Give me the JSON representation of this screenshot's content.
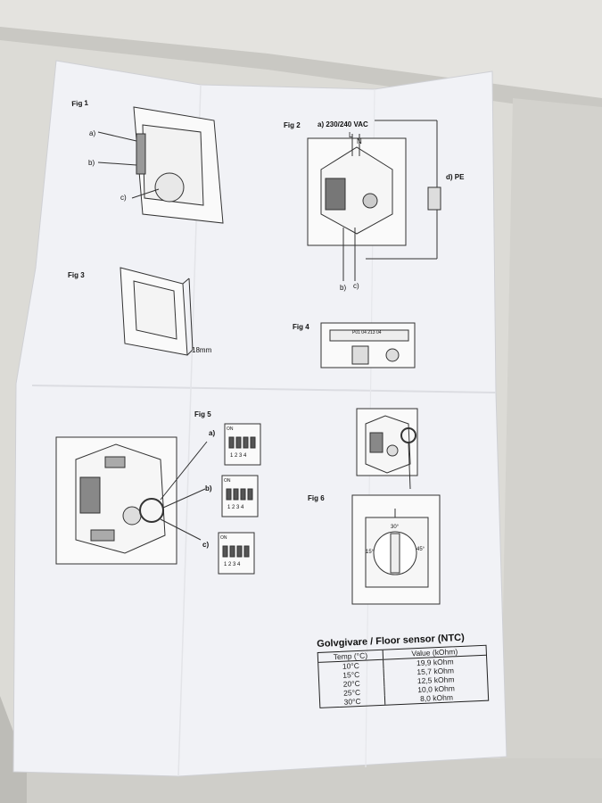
{
  "figures": {
    "fig1": "Fig 1",
    "fig2": "Fig 2",
    "fig3": "Fig 3",
    "fig4": "Fig 4",
    "fig5": "Fig 5",
    "fig6": "Fig 6"
  },
  "fig1_labels": {
    "a": "a)",
    "b": "b)",
    "c": "c)"
  },
  "fig2_labels": {
    "supply": "a) 230/240 VAC",
    "L": "L",
    "N": "N",
    "pe": "d) PE",
    "b": "b)",
    "c": "c)"
  },
  "fig3_labels": {
    "depth": "18mm"
  },
  "fig4_labels": {
    "code": "P01  04 213 04"
  },
  "fig5_labels": {
    "a": "a)",
    "b": "b)",
    "c": "c)",
    "on": "ON",
    "nums": "1 2 3 4"
  },
  "fig6_labels": {
    "top": "30°",
    "left": "15°",
    "right": "45°"
  },
  "sensor_table": {
    "title": "Golvgivare   / Floor sensor (NTC)",
    "col_temp": "Temp (°C)",
    "col_value": "Value (kOhm)",
    "rows": [
      {
        "temp": "10°C",
        "value": "19,9 kOhm"
      },
      {
        "temp": "15°C",
        "value": "15,7 kOhm"
      },
      {
        "temp": "20°C",
        "value": "12,5 kOhm"
      },
      {
        "temp": "25°C",
        "value": "10,0 kOhm"
      },
      {
        "temp": "30°C",
        "value": "8,0 kOhm"
      }
    ]
  },
  "colors": {
    "background": "#d9d8d3",
    "paper": "#f1f2f6",
    "ink": "#222222"
  }
}
